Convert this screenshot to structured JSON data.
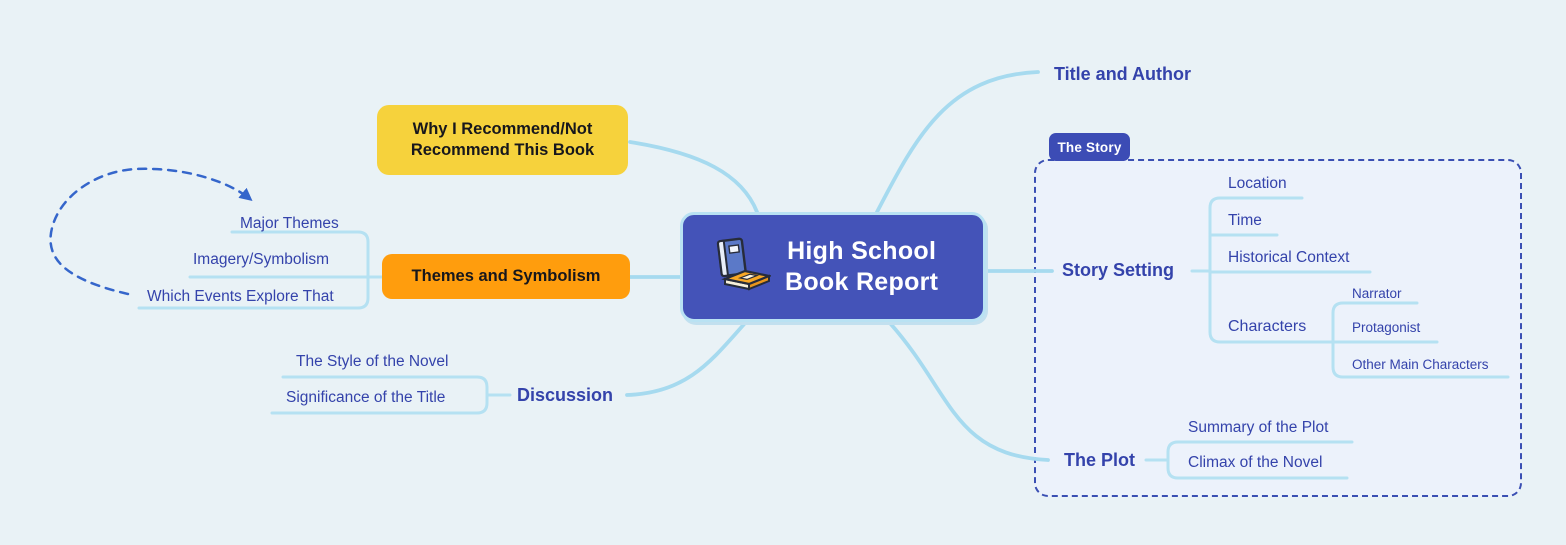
{
  "app": {
    "type": "mind-map"
  },
  "center": {
    "icon": "books-icon",
    "line1": "High School",
    "line2": "Book Report"
  },
  "branches": {
    "recommend": {
      "line1": "Why I Recommend/Not",
      "line2": "Recommend This Book"
    },
    "themes": {
      "label": "Themes and Symbolism",
      "children": [
        "Major Themes",
        "Imagery/Symbolism",
        "Which Events Explore That"
      ]
    },
    "discussion": {
      "label": "Discussion",
      "children": [
        "The Style of the Novel",
        "Significance of the Title"
      ]
    },
    "title_author": {
      "label": "Title and Author"
    },
    "story": {
      "badge": "The Story",
      "story_setting": {
        "label": "Story Setting",
        "children": [
          "Location",
          "Time",
          "Historical Context"
        ],
        "characters": {
          "label": "Characters",
          "children": [
            "Narrator",
            "Protagonist",
            "Other Main Characters"
          ]
        }
      },
      "the_plot": {
        "label": "The Plot",
        "children": [
          "Summary of the Plot",
          "Climax of the Novel"
        ]
      }
    }
  },
  "colors": {
    "background": "#E9F2F6",
    "node_primary": "#4453B8",
    "node_yellow": "#F6D23C",
    "node_orange": "#FF9D0D",
    "connector": "#A6DAEF",
    "text_blue": "#3443AB",
    "group_fill": "#ECF2FB",
    "group_border": "#3A4FB3",
    "badge": "#3C4CB5",
    "arrow": "#3566CB"
  }
}
